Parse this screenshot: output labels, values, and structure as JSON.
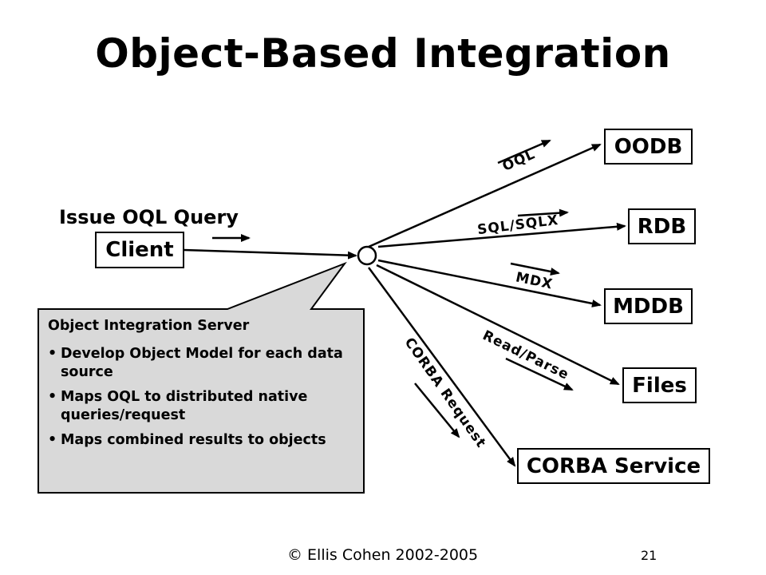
{
  "title": "Object-Based Integration",
  "client": {
    "caption": "Issue OQL Query",
    "label": "Client"
  },
  "targets": {
    "oodb": "OODB",
    "rdb": "RDB",
    "mddb": "MDDB",
    "files": "Files",
    "corba_service": "CORBA Service"
  },
  "edge_labels": {
    "oql": "OQL",
    "sql": "SQL/SQLX",
    "mdx": "MDX",
    "read_parse": "Read/Parse",
    "corba_request": "CORBA Request"
  },
  "callout": {
    "heading": "Object Integration Server",
    "bullets": [
      "Develop Object Model for each data source",
      "Maps OQL to distributed native queries/request",
      "Maps combined results to objects"
    ]
  },
  "footer": {
    "copyright": "© Ellis Cohen 2002-2005",
    "slide_number": "21"
  },
  "colors": {
    "callout_fill": "#d9d9d9",
    "line": "#000000"
  }
}
